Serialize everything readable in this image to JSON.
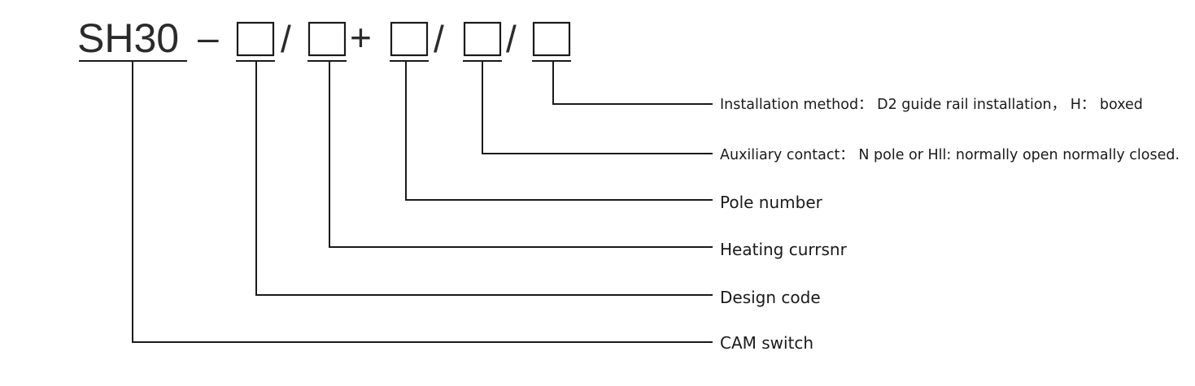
{
  "code": {
    "prefix": "SH30",
    "separators": [
      "–",
      "/",
      "+",
      "/",
      "/"
    ]
  },
  "labels": {
    "installation": "Installation method： D2 guide rail installation， H： boxed",
    "auxiliary": "Auxiliary contact： N pole or Hll: normally open normally closed.",
    "pole": "Pole number",
    "heating": "Heating currsnr",
    "design": "Design code",
    "cam": "CAM switch"
  },
  "colors": {
    "ink": "#1a1a1a"
  }
}
